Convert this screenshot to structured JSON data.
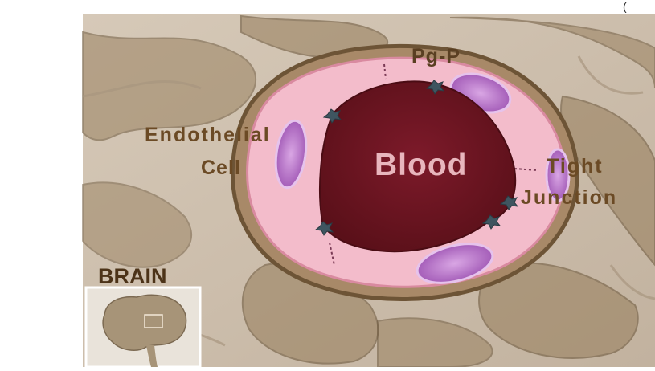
{
  "labels": {
    "pgp": "Pg-P",
    "endothelial_line1": "Endothelial",
    "endothelial_line2": "Cell",
    "blood": "Blood",
    "tight_line1": "Tight",
    "tight_line2": "Junction",
    "brain": "BRAIN",
    "corner": "("
  },
  "colors": {
    "background_tissue": "#cdbfae",
    "astrocyte": "#8a7254",
    "membrane": "#f2b9c6",
    "lumen": "#6e1622",
    "nucleus": "#b06cc0",
    "label_brown": "#6b4a25",
    "blood_text": "#e8b6bd"
  }
}
